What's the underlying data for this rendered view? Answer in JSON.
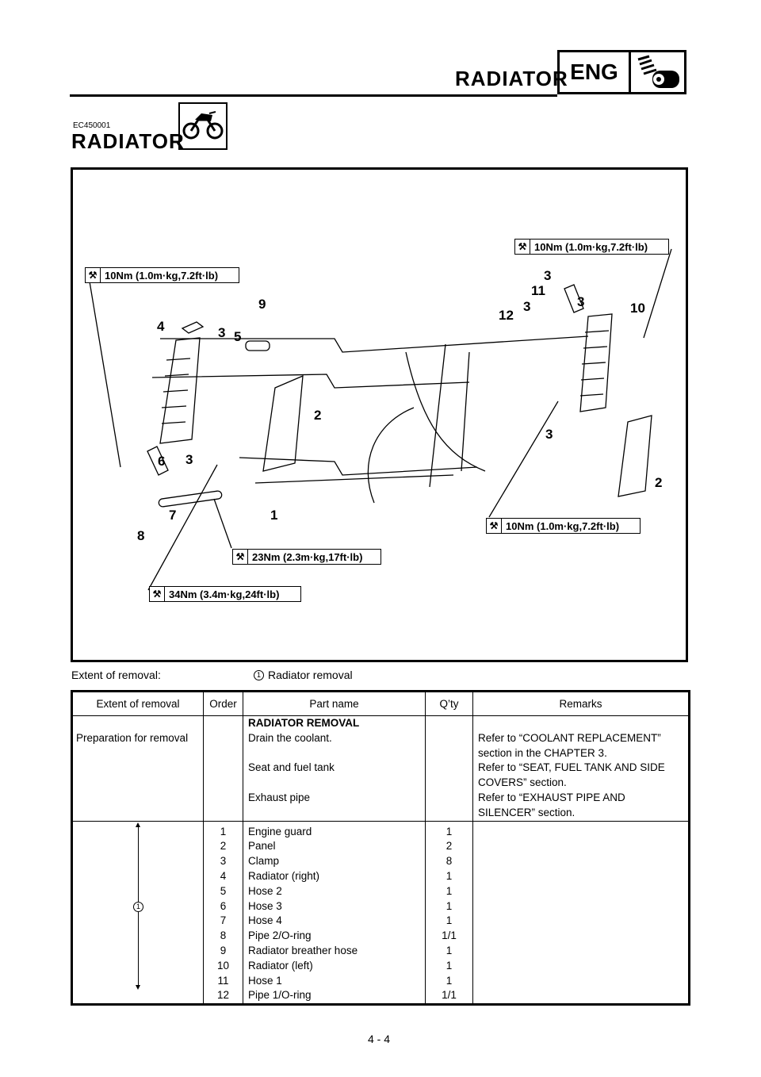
{
  "header": {
    "title": "RADIATOR",
    "tag": "ENG"
  },
  "section": {
    "code": "EC450001",
    "title": "RADIATOR"
  },
  "diagram": {
    "torque_labels": [
      "10Nm (1.0m·kg,7.2ft·lb)",
      "10Nm (1.0m·kg,7.2ft·lb)",
      "10Nm (1.0m·kg,7.2ft·lb)",
      "23Nm (2.3m·kg,17ft·lb)",
      "34Nm (3.4m·kg,24ft·lb)"
    ],
    "callouts": [
      "3",
      "11",
      "3",
      "3",
      "12",
      "10",
      "9",
      "4",
      "3",
      "5",
      "2",
      "3",
      "6",
      "3",
      "2",
      "7",
      "1",
      "8"
    ]
  },
  "extent": {
    "label": "Extent of removal:",
    "marker": "1",
    "value": "Radiator removal"
  },
  "table": {
    "headers": [
      "Extent of removal",
      "Order",
      "Part name",
      "Q’ty",
      "Remarks"
    ],
    "prep": {
      "extent": "Preparation for removal",
      "heading": "RADIATOR REMOVAL",
      "steps": [
        {
          "part": "Drain the coolant.",
          "remarks": [
            "Refer to “COOLANT REPLACEMENT”",
            "section in the CHAPTER 3."
          ]
        },
        {
          "part": "Seat and fuel tank",
          "remarks": [
            "Refer to “SEAT, FUEL TANK AND SIDE",
            "COVERS” section."
          ]
        },
        {
          "part": "Exhaust pipe",
          "remarks": [
            "Refer to “EXHAUST PIPE AND",
            "SILENCER” section."
          ]
        }
      ]
    },
    "bracket_marker": "1",
    "rows": [
      {
        "order": "1",
        "part": "Engine guard",
        "qty": "1"
      },
      {
        "order": "2",
        "part": "Panel",
        "qty": "2"
      },
      {
        "order": "3",
        "part": "Clamp",
        "qty": "8"
      },
      {
        "order": "4",
        "part": "Radiator (right)",
        "qty": "1"
      },
      {
        "order": "5",
        "part": "Hose 2",
        "qty": "1"
      },
      {
        "order": "6",
        "part": "Hose 3",
        "qty": "1"
      },
      {
        "order": "7",
        "part": "Hose 4",
        "qty": "1"
      },
      {
        "order": "8",
        "part": "Pipe 2/O-ring",
        "qty": "1/1"
      },
      {
        "order": "9",
        "part": "Radiator breather hose",
        "qty": "1"
      },
      {
        "order": "10",
        "part": "Radiator (left)",
        "qty": "1"
      },
      {
        "order": "11",
        "part": "Hose 1",
        "qty": "1"
      },
      {
        "order": "12",
        "part": "Pipe 1/O-ring",
        "qty": "1/1"
      }
    ]
  },
  "page_number": "4 - 4"
}
